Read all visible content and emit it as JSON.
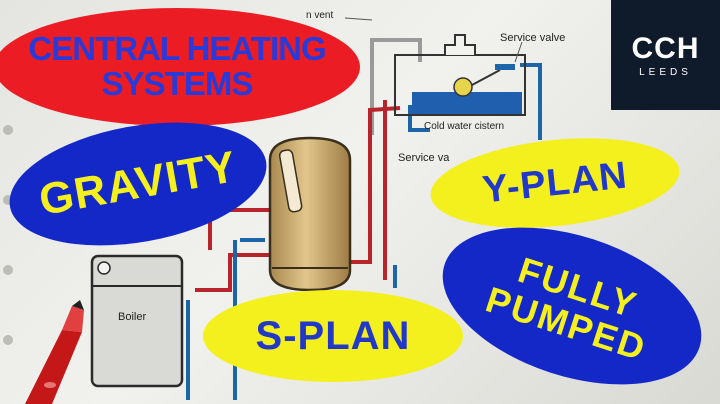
{
  "title_bubble": {
    "line1": "CENTRAL HEATING",
    "line2": "SYSTEMS"
  },
  "bubbles": {
    "gravity": "GRAVITY",
    "y_plan": "Y-PLAN",
    "s_plan": "S-PLAN",
    "fully_pumped_line1": "FULLY",
    "fully_pumped_line2": "PUMPED"
  },
  "diagram_labels": {
    "vent": "n vent",
    "service_valve_top": "Service valve",
    "cistern": "Cold water cistern",
    "service_valve_side": "Service va",
    "boiler": "Boiler"
  },
  "logo": {
    "main": "CCH",
    "sub": "LEEDS"
  },
  "colors": {
    "red_bubble": "#ec1c24",
    "blue_bubble": "#1428c8",
    "yellow_bubble": "#f4f01e",
    "title_text": "#2a3ad8",
    "yellow_text": "#f4f01e",
    "blue_text": "#2238c8",
    "pipe_red": "#b8242c",
    "pipe_blue": "#1e64a8",
    "cylinder": "#c8a66a"
  }
}
